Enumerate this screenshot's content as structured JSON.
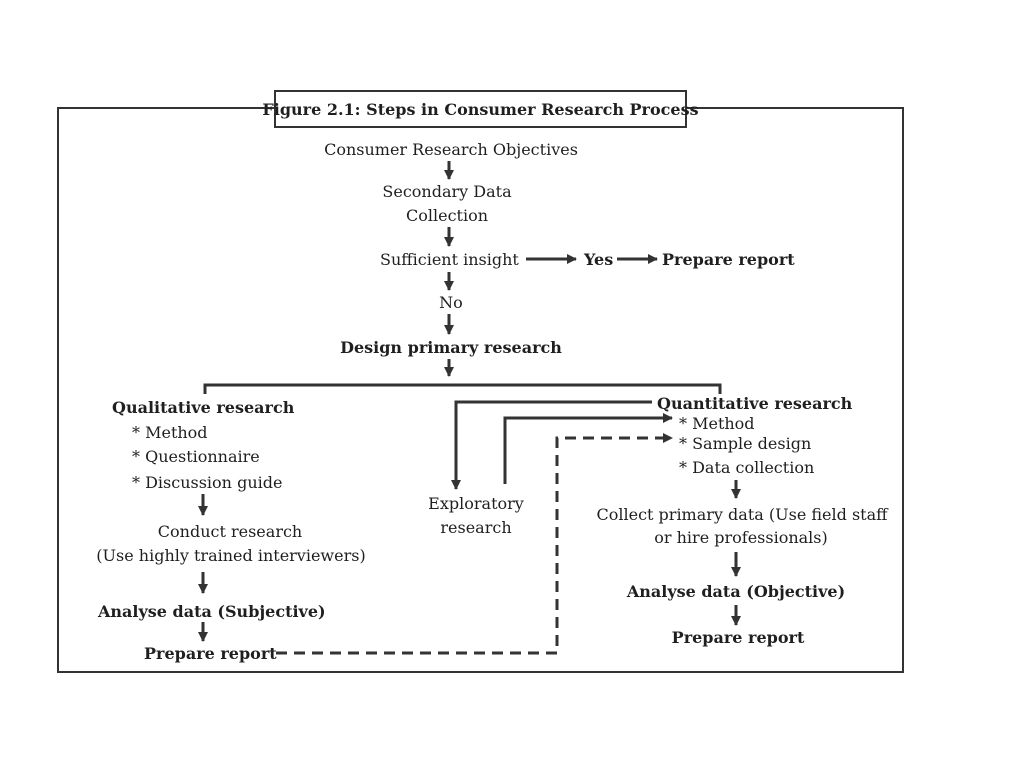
{
  "figure": {
    "title": "Figure 2.1: Steps in Consumer Research Process",
    "objectives": "Consumer Research Objectives",
    "secondary_line1": "Secondary Data",
    "secondary_line2": "Collection",
    "sufficient": "Sufficient insight",
    "yes": "Yes",
    "prepare_report_top": "Prepare report",
    "no": "No",
    "design": "Design primary research",
    "qualitative": {
      "title": "Qualitative research",
      "items": [
        "* Method",
        "* Questionnaire",
        "* Discussion guide"
      ],
      "conduct_line1": "Conduct research",
      "conduct_line2": "(Use highly trained interviewers)",
      "analyse": "Analyse data (Subjective)",
      "prepare": "Prepare report"
    },
    "exploratory_line1": "Exploratory",
    "exploratory_line2": "research",
    "quantitative": {
      "title": "Quantitative research",
      "items": [
        "* Method",
        "* Sample design",
        "* Data collection"
      ],
      "collect_line1": "Collect primary data (Use field staff",
      "collect_line2": "or hire professionals)",
      "analyse": "Analyse data (Objective)",
      "prepare": "Prepare report"
    }
  }
}
